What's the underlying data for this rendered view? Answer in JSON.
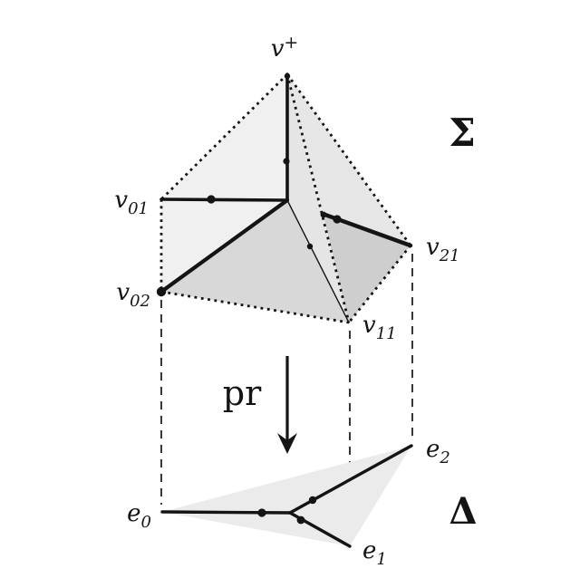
{
  "upper": {
    "region_label": "Σ",
    "vertices": {
      "v_plus": {
        "base": "v",
        "sup": "+"
      },
      "v01": {
        "base": "v",
        "sub": "01"
      },
      "v02": {
        "base": "v",
        "sub": "02"
      },
      "v21": {
        "base": "v",
        "sub": "21"
      },
      "v11": {
        "base": "v",
        "sub": "11"
      }
    }
  },
  "lower": {
    "region_label": "Δ",
    "edges": {
      "e0": {
        "base": "e",
        "sub": "0"
      },
      "e1": {
        "base": "e",
        "sub": "1"
      },
      "e2": {
        "base": "e",
        "sub": "2"
      }
    }
  },
  "projection": {
    "label": "pr"
  },
  "colors": {
    "line": "#141414",
    "face_left": "#f0f0f0",
    "face_middle": "#e5e5e5",
    "face_right_upper": "#e6e6e6",
    "face_bottom": "#d8d8d8",
    "face_right_lower": "#cecece",
    "simplex_fill": "#ebebeb",
    "background": "#ffffff"
  }
}
